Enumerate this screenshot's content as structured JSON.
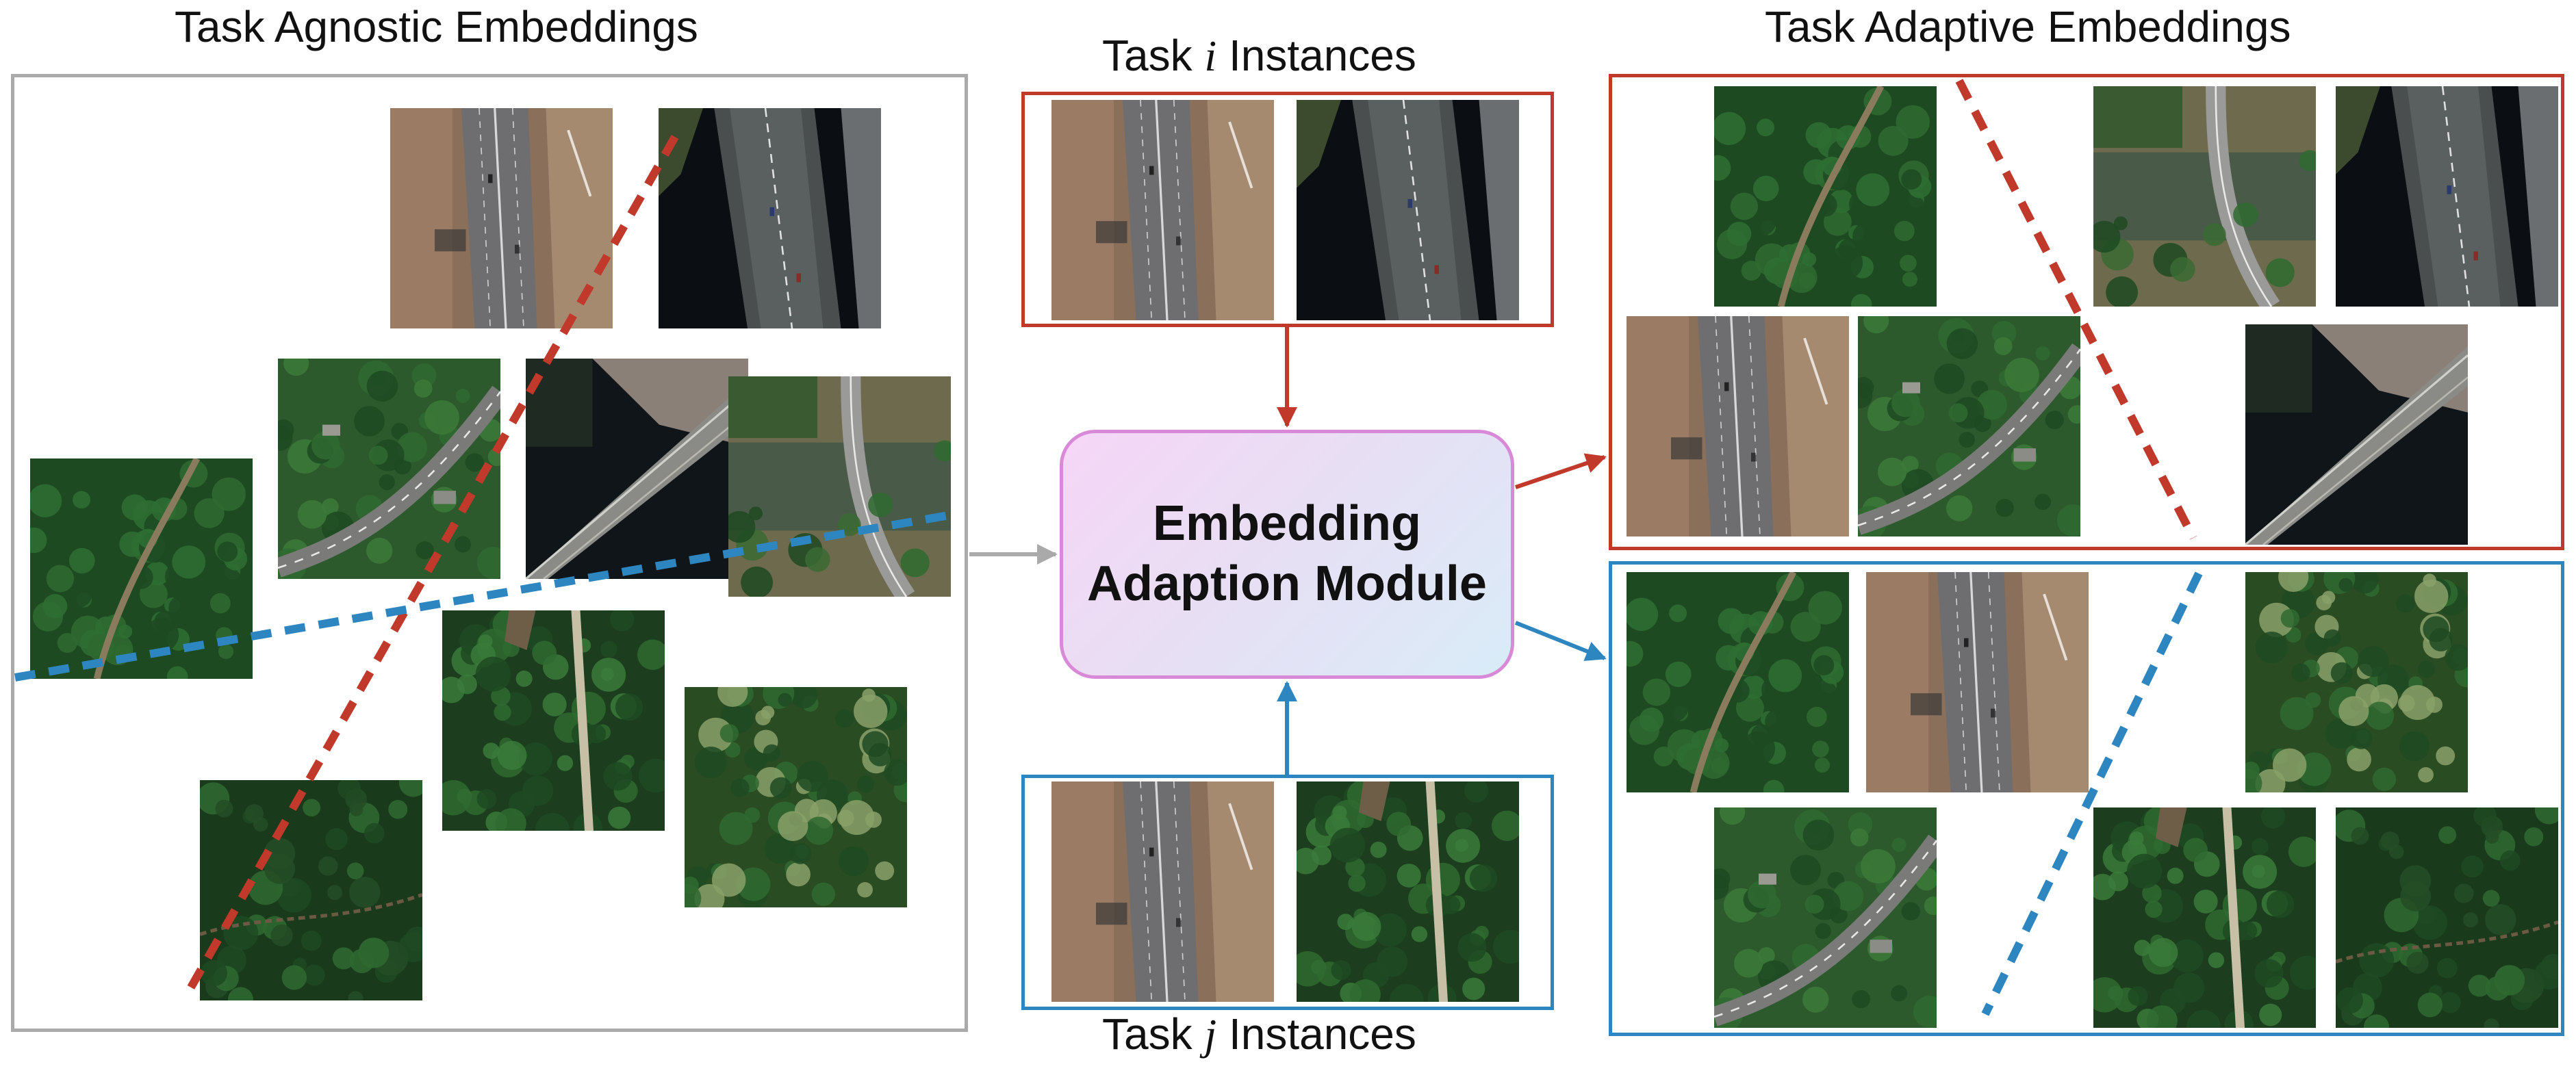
{
  "titles": {
    "left": "Task Agnostic Embeddings",
    "right": "Task Adaptive Embeddings",
    "task_i_pre": "Task ",
    "task_i_var": "i",
    "task_i_post": " Instances",
    "task_j_pre": "Task ",
    "task_j_var": "j",
    "task_j_post": " Instances"
  },
  "module": {
    "line1": "Embedding",
    "line2": "Adaption Module"
  },
  "colors": {
    "red": "#c0392b",
    "blue": "#2e86c1",
    "gray": "#aaaaaa",
    "module_border": "#d88ad8"
  },
  "tile_kinds": [
    "highway",
    "bridge-river",
    "curved-road",
    "bridge-dark",
    "road-river",
    "forest-path",
    "forest-trail",
    "forest-canopy",
    "dense-forest"
  ]
}
